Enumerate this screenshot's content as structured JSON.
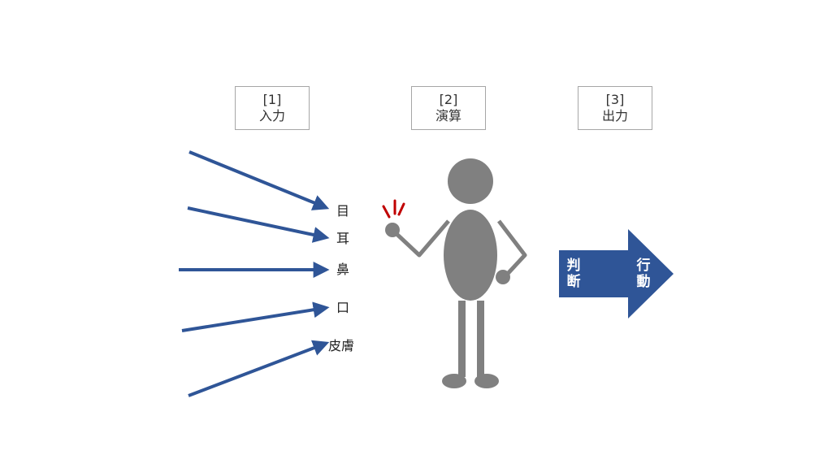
{
  "stages": [
    {
      "num": "[1]",
      "label": "入力"
    },
    {
      "num": "[2]",
      "label": "演算"
    },
    {
      "num": "[3]",
      "label": "出力"
    }
  ],
  "senses": [
    "目",
    "耳",
    "鼻",
    "口",
    "皮膚"
  ],
  "output": {
    "left": "判断",
    "right": "行動"
  },
  "icons": {
    "figure": "person-thinking-icon",
    "spark": "idea-spark-icon",
    "arrow": "output-arrow-icon"
  },
  "colors": {
    "arrow": "#2f5597",
    "figure": "#808080",
    "spark": "#c00000",
    "box_border": "#a6a6a6"
  }
}
